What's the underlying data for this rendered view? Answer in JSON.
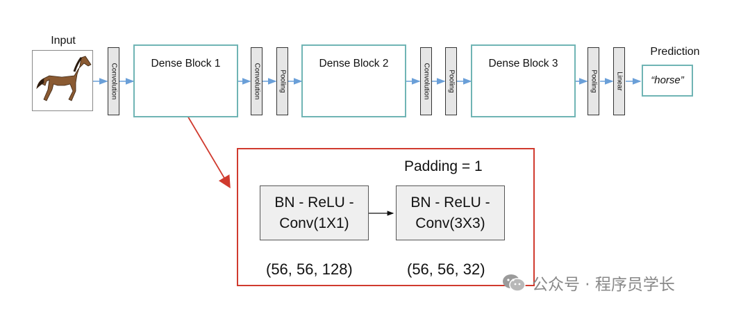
{
  "input": {
    "label": "Input"
  },
  "layers": {
    "conv1": "Convolution",
    "conv2": "Convolution",
    "pool1": "Pooling",
    "conv3": "Convolution",
    "pool2": "Pooling",
    "pool3": "Pooling",
    "linear": "Linear"
  },
  "dense_blocks": [
    "Dense Block 1",
    "Dense Block 2",
    "Dense Block 3"
  ],
  "prediction": {
    "label": "Prediction",
    "value": "“horse”"
  },
  "detail": {
    "padding": "Padding = 1",
    "box1_line1": "BN - ReLU -",
    "box1_line2": "Conv(1X1)",
    "box2_line1": "BN - ReLU -",
    "box2_line2": "Conv(3X3)",
    "shape1": "(56, 56, 128)",
    "shape2": "(56, 56, 32)"
  },
  "watermark": {
    "text": "公众号 · 程序员学长"
  },
  "colors": {
    "accent_teal": "#6fb4b4",
    "highlight_red": "#d03a2e",
    "arrow_blue": "#6a9fd8"
  }
}
